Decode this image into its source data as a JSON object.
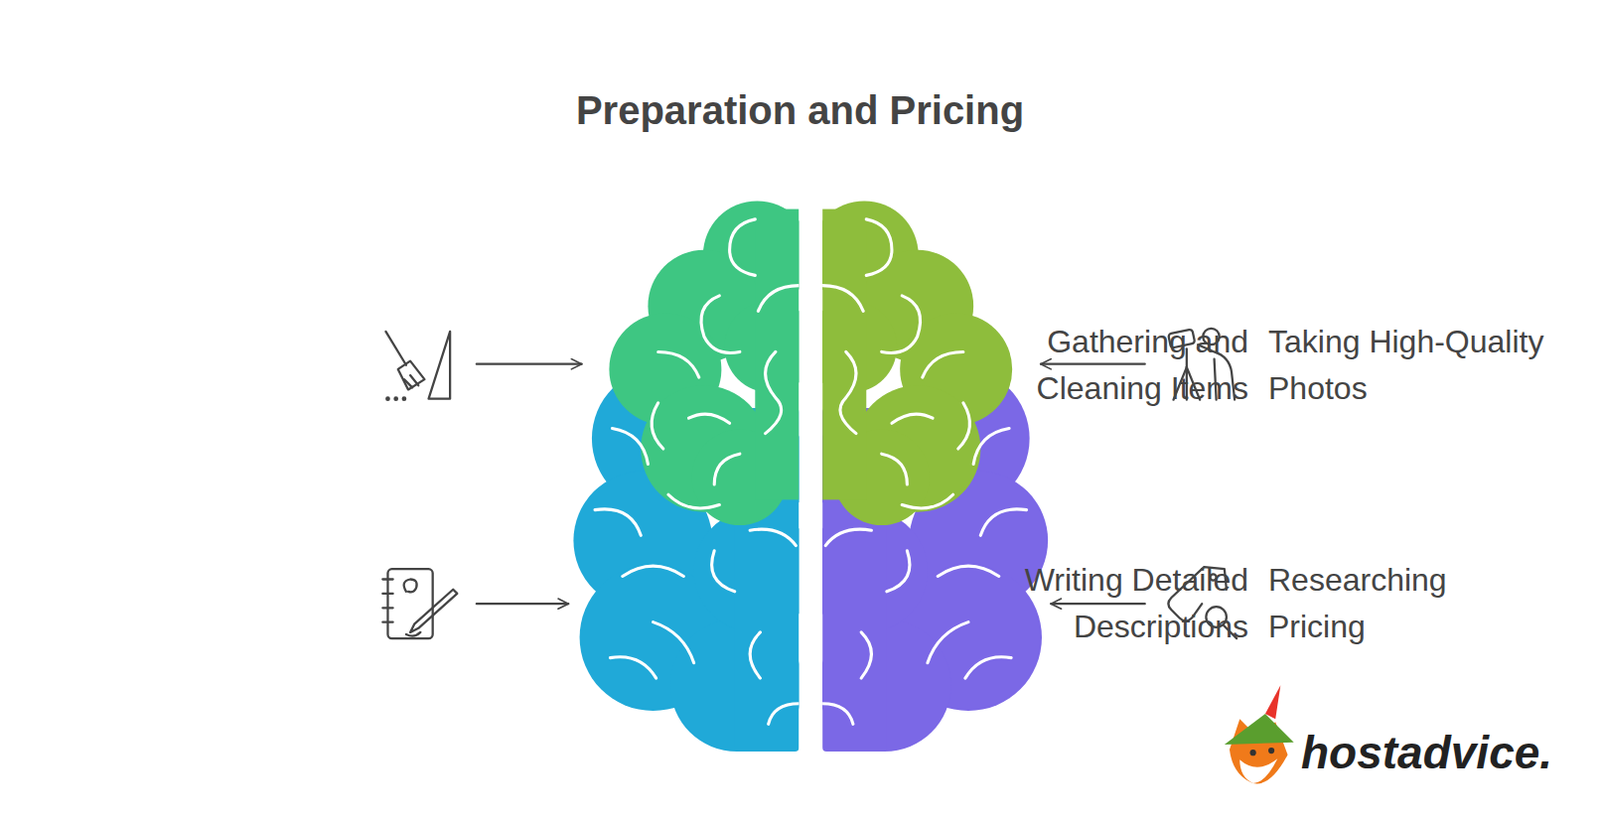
{
  "diagram": {
    "title": "Preparation and Pricing",
    "labels": [
      "Gathering and Cleaning Items",
      "Taking High-Quality Photos",
      "Writing Detailed Descriptions",
      "Researching Pricing",
      "hostadvice."
    ]
  }
}
